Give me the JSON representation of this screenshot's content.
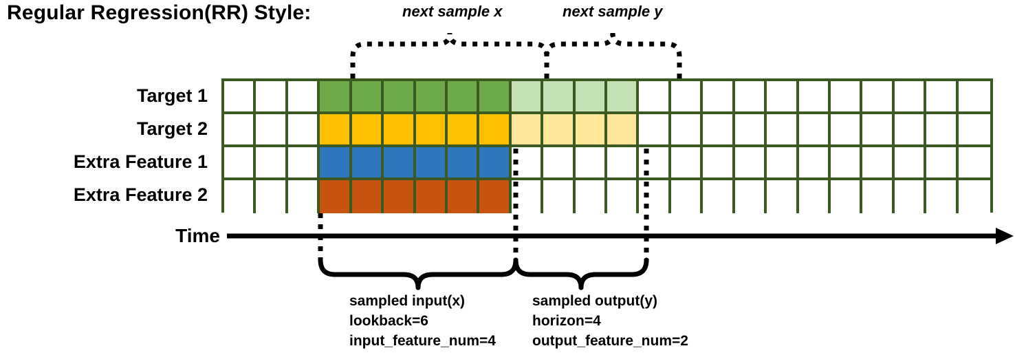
{
  "title": "Regular Regression(RR) Style:",
  "rows": [
    {
      "label": "Target 1",
      "name": "target-1"
    },
    {
      "label": "Target 2",
      "name": "target-2"
    },
    {
      "label": "Extra Feature 1",
      "name": "extra-feature-1"
    },
    {
      "label": "Extra Feature 2",
      "name": "extra-feature-2"
    }
  ],
  "grid": {
    "columns": 24,
    "leading_blank": 3,
    "input_span": 6,
    "output_span": 4,
    "trailing_blank": 11,
    "cell_fills": [
      [
        "white",
        "white",
        "white",
        "green",
        "green",
        "green",
        "green",
        "green",
        "green",
        "lgreen",
        "lgreen",
        "lgreen",
        "lgreen",
        "white",
        "white",
        "white",
        "white",
        "white",
        "white",
        "white",
        "white",
        "white",
        "white",
        "white"
      ],
      [
        "white",
        "white",
        "white",
        "gold",
        "gold",
        "gold",
        "gold",
        "gold",
        "gold",
        "lgold",
        "lgold",
        "lgold",
        "lgold",
        "white",
        "white",
        "white",
        "white",
        "white",
        "white",
        "white",
        "white",
        "white",
        "white",
        "white"
      ],
      [
        "white",
        "white",
        "white",
        "blue",
        "blue",
        "blue",
        "blue",
        "blue",
        "blue",
        "white",
        "white",
        "white",
        "white",
        "white",
        "white",
        "white",
        "white",
        "white",
        "white",
        "white",
        "white",
        "white",
        "white",
        "white"
      ],
      [
        "white",
        "white",
        "white",
        "orange",
        "orange",
        "orange",
        "orange",
        "orange",
        "orange",
        "white",
        "white",
        "white",
        "white",
        "white",
        "white",
        "white",
        "white",
        "white",
        "white",
        "white",
        "white",
        "white",
        "white",
        "white"
      ]
    ]
  },
  "colors": {
    "grid_line": "#3a5a21",
    "green": "#6cab48",
    "light_green": "#c5e0b4",
    "gold": "#ffc000",
    "light_gold": "#ffe699",
    "blue": "#2d78bd",
    "orange": "#c8540f",
    "ink": "#000000",
    "background": "#ffffff"
  },
  "time_axis": {
    "label": "Time",
    "direction": "right"
  },
  "top_annotations": [
    {
      "label": "next sample x",
      "name": "next-sample-x"
    },
    {
      "label": "next sample y",
      "name": "next-sample-y"
    }
  ],
  "bottom_annotations": [
    {
      "name": "sampled-input",
      "title": "sampled input(x)",
      "line2": "lookback=6",
      "line3": "input_feature_num=4"
    },
    {
      "name": "sampled-output",
      "title": "sampled output(y)",
      "line2": "horizon=4",
      "line3": "output_feature_num=2"
    }
  ]
}
